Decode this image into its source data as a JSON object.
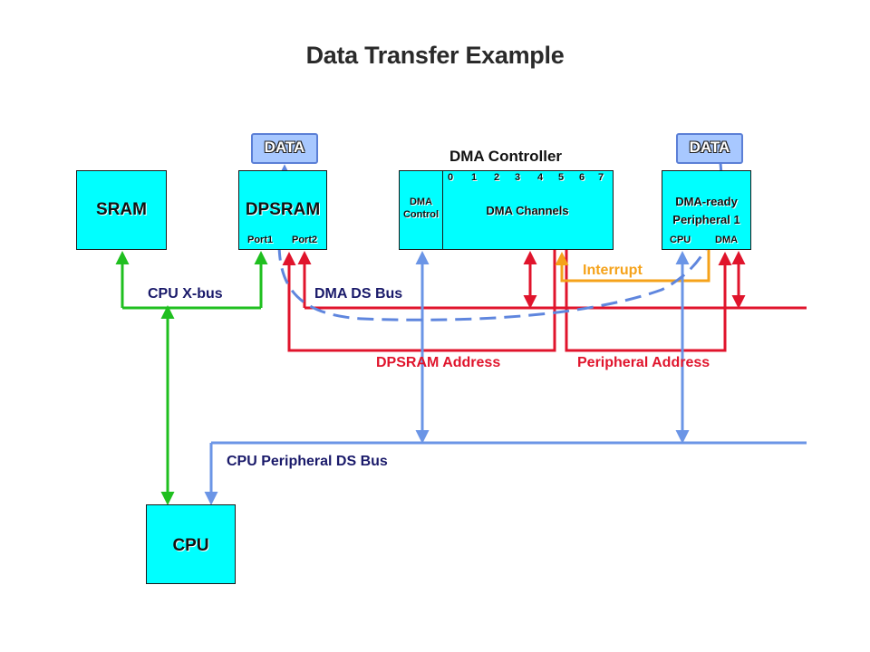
{
  "title": "Data Transfer Example",
  "blocks": {
    "sram": "SRAM",
    "dpsram": "DPSRAM",
    "port1": "Port1",
    "port2": "Port2",
    "dma_controller": "DMA Controller",
    "dma_control_line1": "DMA",
    "dma_control_line2": "Control",
    "dma_channels": "DMA Channels",
    "channel_numbers": [
      "0",
      "1",
      "2",
      "3",
      "4",
      "5",
      "6",
      "7"
    ],
    "peripheral_line1": "DMA-ready",
    "peripheral_line2": "Peripheral 1",
    "peripheral_cpu": "CPU",
    "peripheral_dma": "DMA",
    "cpu": "CPU"
  },
  "data_boxes": [
    "DATA",
    "DATA"
  ],
  "buses": {
    "cpu_xbus": "CPU X-bus",
    "dma_ds_bus": "DMA DS Bus",
    "interrupt": "Interrupt",
    "dpsram_address": "DPSRAM Address",
    "peripheral_address": "Peripheral Address",
    "cpu_peripheral_ds_bus": "CPU Peripheral DS Bus"
  },
  "colors": {
    "block_fill": "#00ffff",
    "green_bus": "#1fbf1f",
    "red_bus": "#e0142c",
    "blue_bus": "#6b95e6",
    "orange_interrupt": "#f5a21a",
    "dashed_flow": "#5f86de",
    "data_box_fill": "#a8c8ff"
  }
}
